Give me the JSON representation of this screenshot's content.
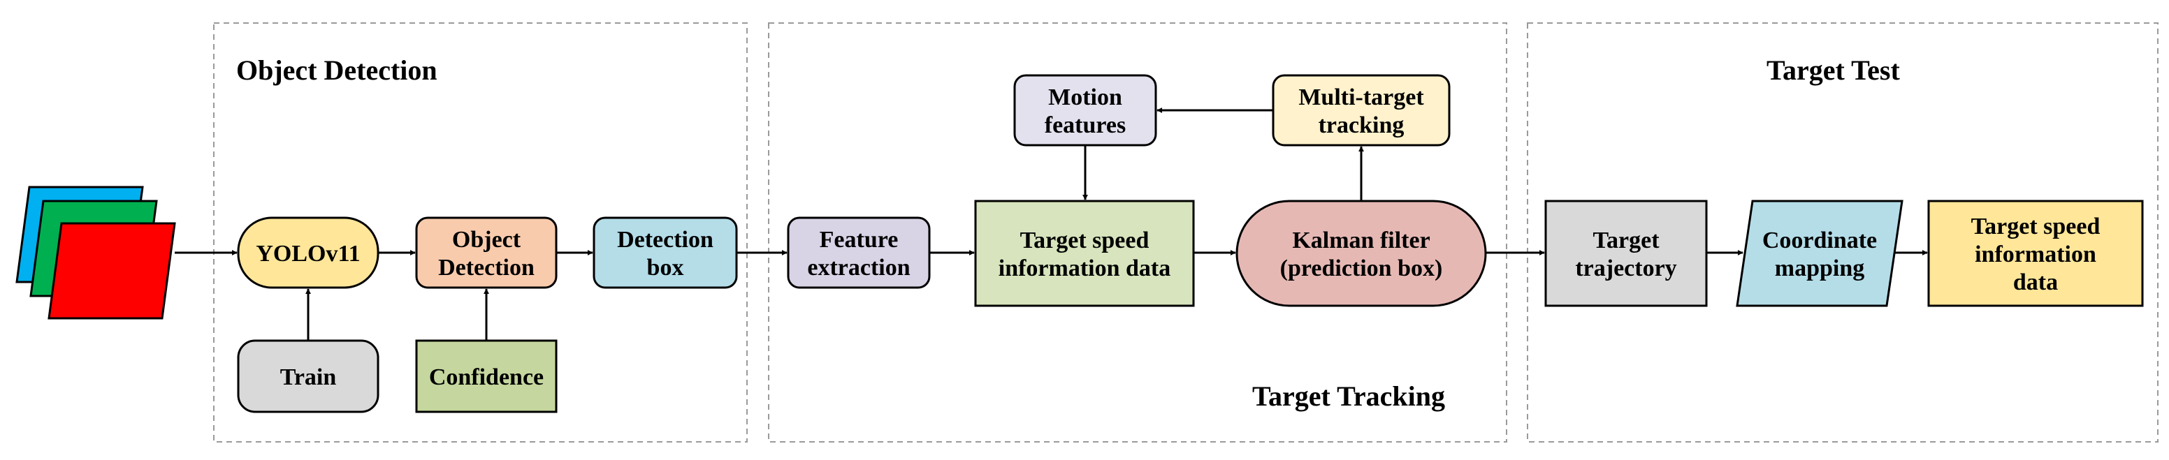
{
  "sections": {
    "detection": {
      "title": "Object Detection"
    },
    "tracking": {
      "title": "Target Tracking"
    },
    "test": {
      "title": "Target Test"
    }
  },
  "nodes": {
    "yolo": {
      "lines": [
        "YOLOv11"
      ],
      "color": "#FFE699"
    },
    "train": {
      "lines": [
        "Train"
      ],
      "color": "#D9D9D9"
    },
    "object_detection": {
      "lines": [
        "Object",
        "Detection"
      ],
      "color": "#F8CBAD"
    },
    "confidence": {
      "lines": [
        "Confidence"
      ],
      "color": "#C5D79E"
    },
    "detection_box": {
      "lines": [
        "Detection",
        "box"
      ],
      "color": "#B4DDE8"
    },
    "feature_extraction": {
      "lines": [
        "Feature",
        "extraction"
      ],
      "color": "#D9D3E6"
    },
    "target_speed_info": {
      "lines": [
        "Target speed",
        "information data"
      ],
      "color": "#D7E4BD"
    },
    "motion_features": {
      "lines": [
        "Motion",
        "features"
      ],
      "color": "#E4E1EE"
    },
    "multi_target": {
      "lines": [
        "Multi-target",
        "tracking"
      ],
      "color": "#FFF2CC"
    },
    "kalman": {
      "lines": [
        "Kalman filter",
        "(prediction box)"
      ],
      "color": "#E6B8B4"
    },
    "target_trajectory": {
      "lines": [
        "Target",
        "trajectory"
      ],
      "color": "#D9D9D9"
    },
    "coordinate_mapping": {
      "lines": [
        "Coordinate",
        "mapping"
      ],
      "color": "#B4DDE8"
    },
    "target_speed_out": {
      "lines": [
        "Target speed",
        "information",
        "data"
      ],
      "color": "#FFE699"
    }
  },
  "input_frames": {
    "colors": [
      "#00B0F0",
      "#00B050",
      "#FF0000"
    ]
  }
}
